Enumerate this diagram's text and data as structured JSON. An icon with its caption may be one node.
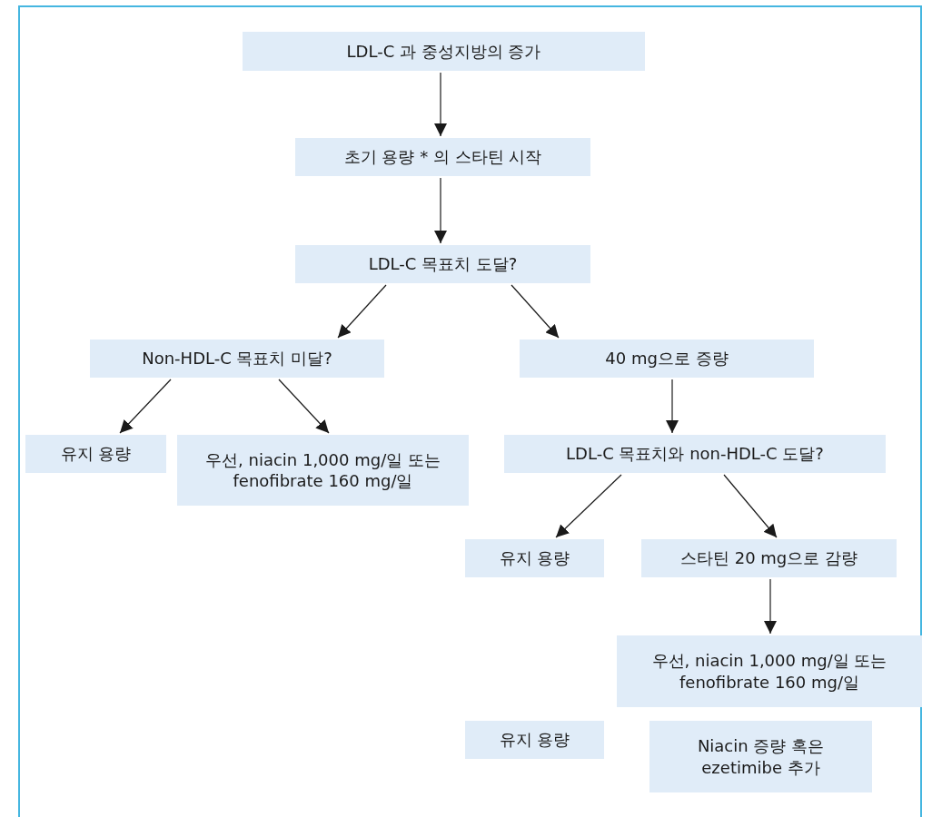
{
  "diagram": {
    "nodes": [
      {
        "text": [
          "LDL-C 과 중성지방의 증가"
        ]
      },
      {
        "text": [
          "초기 용량 * 의 스타틴 시작"
        ]
      },
      {
        "text": [
          "LDL-C 목표치 도달?"
        ]
      },
      {
        "text": [
          "Non-HDL-C 목표치 미달?"
        ]
      },
      {
        "text": [
          "40 mg으로 증량"
        ]
      },
      {
        "text": [
          "유지 용량"
        ]
      },
      {
        "text": [
          "우선, niacin 1,000 mg/일 또는 fenofibrate 160 mg/일"
        ]
      },
      {
        "text": [
          "LDL-C 목표치와 non-HDL-C 도달?"
        ]
      },
      {
        "text": [
          "유지 용량"
        ]
      },
      {
        "text": [
          "스타틴 20 mg으로 감량"
        ]
      },
      {
        "text": [
          "우선, niacin 1,000 mg/일 또는 fenofibrate 160 mg/일"
        ]
      },
      {
        "text": [
          "유지 용량"
        ]
      },
      {
        "text": [
          "Niacin 증량 혹은 ezetimibe 추가"
        ]
      }
    ],
    "edges": [
      {
        "from": 0,
        "to": 1,
        "arrow": "to"
      },
      {
        "from": 1,
        "to": 2,
        "arrow": "to"
      },
      {
        "from": 2,
        "to": 3,
        "arrow": "to"
      },
      {
        "from": 2,
        "to": 4,
        "arrow": "to"
      },
      {
        "from": 3,
        "to": 5,
        "arrow": "to"
      },
      {
        "from": 3,
        "to": 6,
        "arrow": "to"
      },
      {
        "from": 4,
        "to": 7,
        "arrow": "to"
      },
      {
        "from": 7,
        "to": 8,
        "arrow": "to"
      },
      {
        "from": 7,
        "to": 9,
        "arrow": "to"
      },
      {
        "from": 9,
        "to": 10,
        "arrow": "to"
      }
    ]
  }
}
